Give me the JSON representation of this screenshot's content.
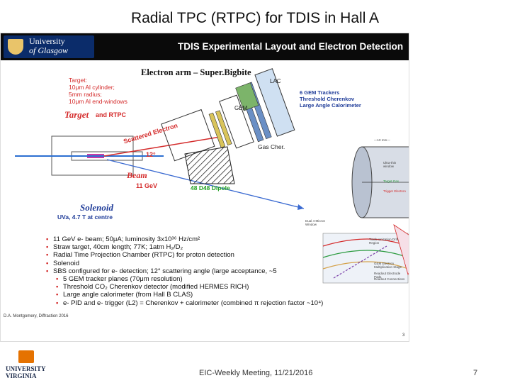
{
  "slide_title": "Radial TPC (RTPC) for TDIS in Hall A",
  "banner": {
    "logo_line1": "University",
    "logo_line2": "of Glasgow",
    "title": "TDIS Experimental Layout and Electron Detection"
  },
  "figure": {
    "arm_title": "Electron arm – Super.Bigbite",
    "target_desc_1": "Target:",
    "target_desc_2": "10μm Al cylinder;",
    "target_desc_3": "5mm radius;",
    "target_desc_4": "10μm Al end-windows",
    "target_label": "Target",
    "rtpc_label": "and RTPC",
    "lac_label": "LAC",
    "gem_label": "GEM",
    "gas_cher_label": "Gas Cher.",
    "detector_list_1": "6 GEM Trackers",
    "detector_list_2": "Threshold Cherenkov",
    "detector_list_3": "Large Angle Calorimeter",
    "scattered_label": "Scattered Electron",
    "angle_label": "12°",
    "beam_label": "Beam",
    "beam_energy": "11 GeV",
    "dipole_label": "48 D48 Dipole",
    "solenoid_label": "Solenoid",
    "solenoid_note": "UVa, 4.7 T at centre"
  },
  "bullets": [
    {
      "text": "11 GeV e- beam; 50μA; luminosity 3x10³⁶ Hz/cm²",
      "level": 1
    },
    {
      "text": "Straw target, 40cm length; 77K; 1atm H₂/D₂",
      "level": 1
    },
    {
      "text": "Radial Time Projection Chamber (RTPC) for proton detection",
      "level": 1
    },
    {
      "text": "Solenoid",
      "level": 1
    },
    {
      "text": "SBS configured for e- detection; 12° scattering angle (large acceptance, ~5",
      "level": 1
    },
    {
      "text": "5 GEM tracker planes (70μm resolution)",
      "level": 2
    },
    {
      "text": "Threshold CO₂ Cherenkov detector (modified HERMES RICH)",
      "level": 2
    },
    {
      "text": "Large angle calorimeter (from Hall B CLAS)",
      "level": 2
    },
    {
      "text": "e- PID and e- trigger (L2) = Cherenkov + calorimeter (combined π rejection factor ~10⁴)",
      "level": 2
    }
  ],
  "rtpc_drawing": {
    "dim_label": "—10 mm—",
    "label_1": "Dual 4-Micron Window",
    "label_2": "Track Ionization Drift Region",
    "label_3": "GEM Electron Multiplication Stage",
    "label_4": "Readout Electrode Pads",
    "label_5": "Readout Connections",
    "label_6": "Ultra-thin window",
    "label_7": "Target Gas",
    "label_8": "Trigger Electron"
  },
  "footer_left": "D.A. Montgomery, Diffraction 2016",
  "footer_right": "3",
  "uva_logo_line1": "UNIVERSITY",
  "uva_logo_line2": "VIRGINIA",
  "footer_center": "EIC-Weekly Meeting, 11/21/2016",
  "page_number": "7",
  "colors": {
    "accent_red": "#d42b2b",
    "accent_blue": "#1f3c99",
    "dipole_green": "#20a020",
    "uva_orange": "#e57200"
  }
}
